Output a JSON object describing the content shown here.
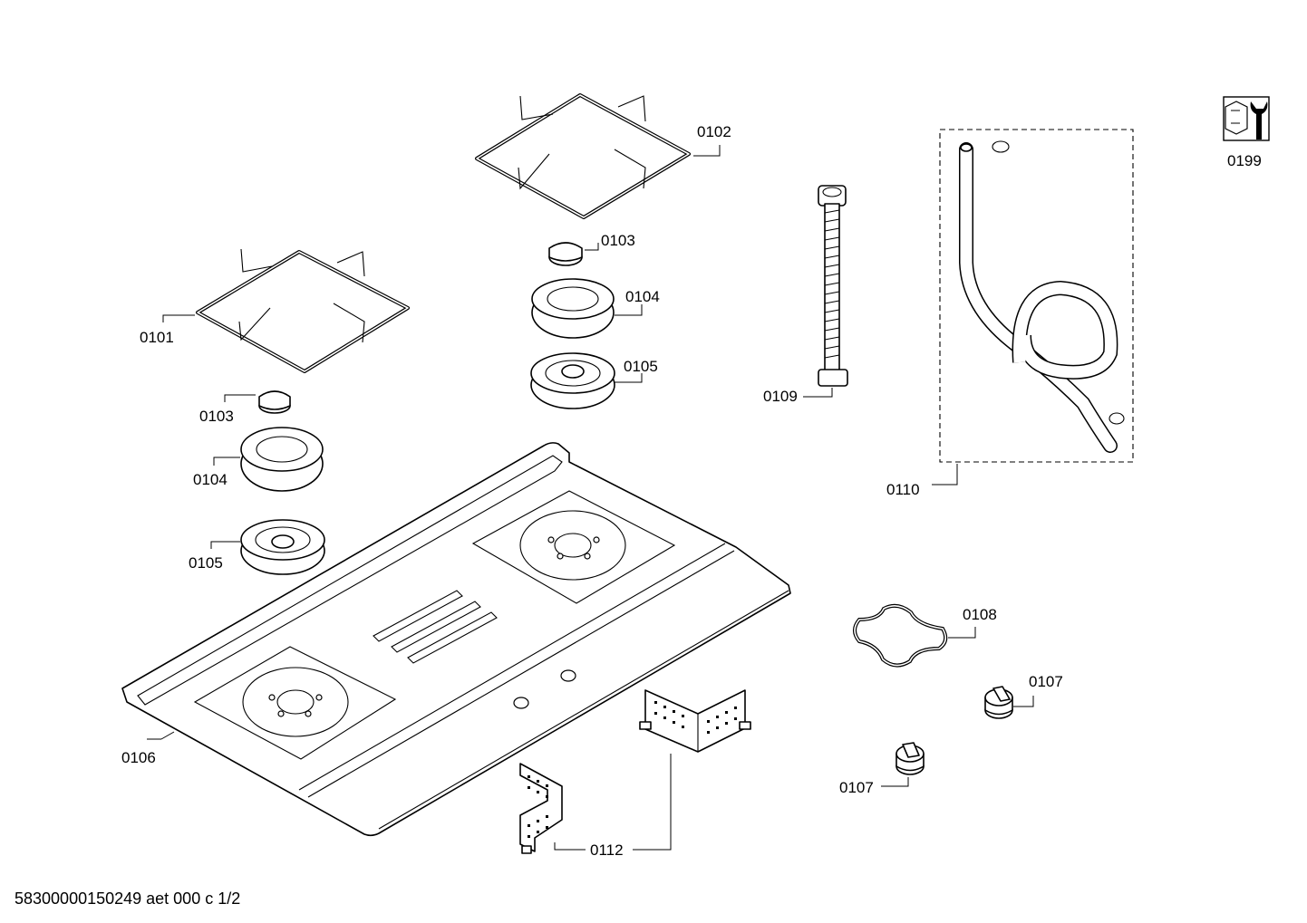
{
  "footer": {
    "document_id": "58300000150249 aet 000 c 1/2"
  },
  "service_icon": {
    "icon": "nut-and-wrench-icon",
    "label": "0199"
  },
  "parts": {
    "p0101": {
      "label": "0101",
      "icon": "pan-support-grate-icon"
    },
    "p0102": {
      "label": "0102",
      "icon": "pan-support-grate-icon"
    },
    "p0103a": {
      "label": "0103",
      "icon": "burner-cap-icon"
    },
    "p0103b": {
      "label": "0103",
      "icon": "burner-cap-icon"
    },
    "p0104a": {
      "label": "0104",
      "icon": "burner-ring-icon"
    },
    "p0104b": {
      "label": "0104",
      "icon": "burner-ring-icon"
    },
    "p0105a": {
      "label": "0105",
      "icon": "burner-base-icon"
    },
    "p0105b": {
      "label": "0105",
      "icon": "burner-base-icon"
    },
    "p0106": {
      "label": "0106",
      "icon": "hob-top-panel-icon"
    },
    "p0107a": {
      "label": "0107",
      "icon": "control-knob-icon"
    },
    "p0107b": {
      "label": "0107",
      "icon": "control-knob-icon"
    },
    "p0108": {
      "label": "0108",
      "icon": "wok-ring-icon"
    },
    "p0109": {
      "label": "0109",
      "icon": "gas-hose-icon"
    },
    "p0110": {
      "label": "0110",
      "icon": "hose-kit-icon"
    },
    "p0112": {
      "label": "0112",
      "icon": "mounting-bracket-icon"
    }
  }
}
